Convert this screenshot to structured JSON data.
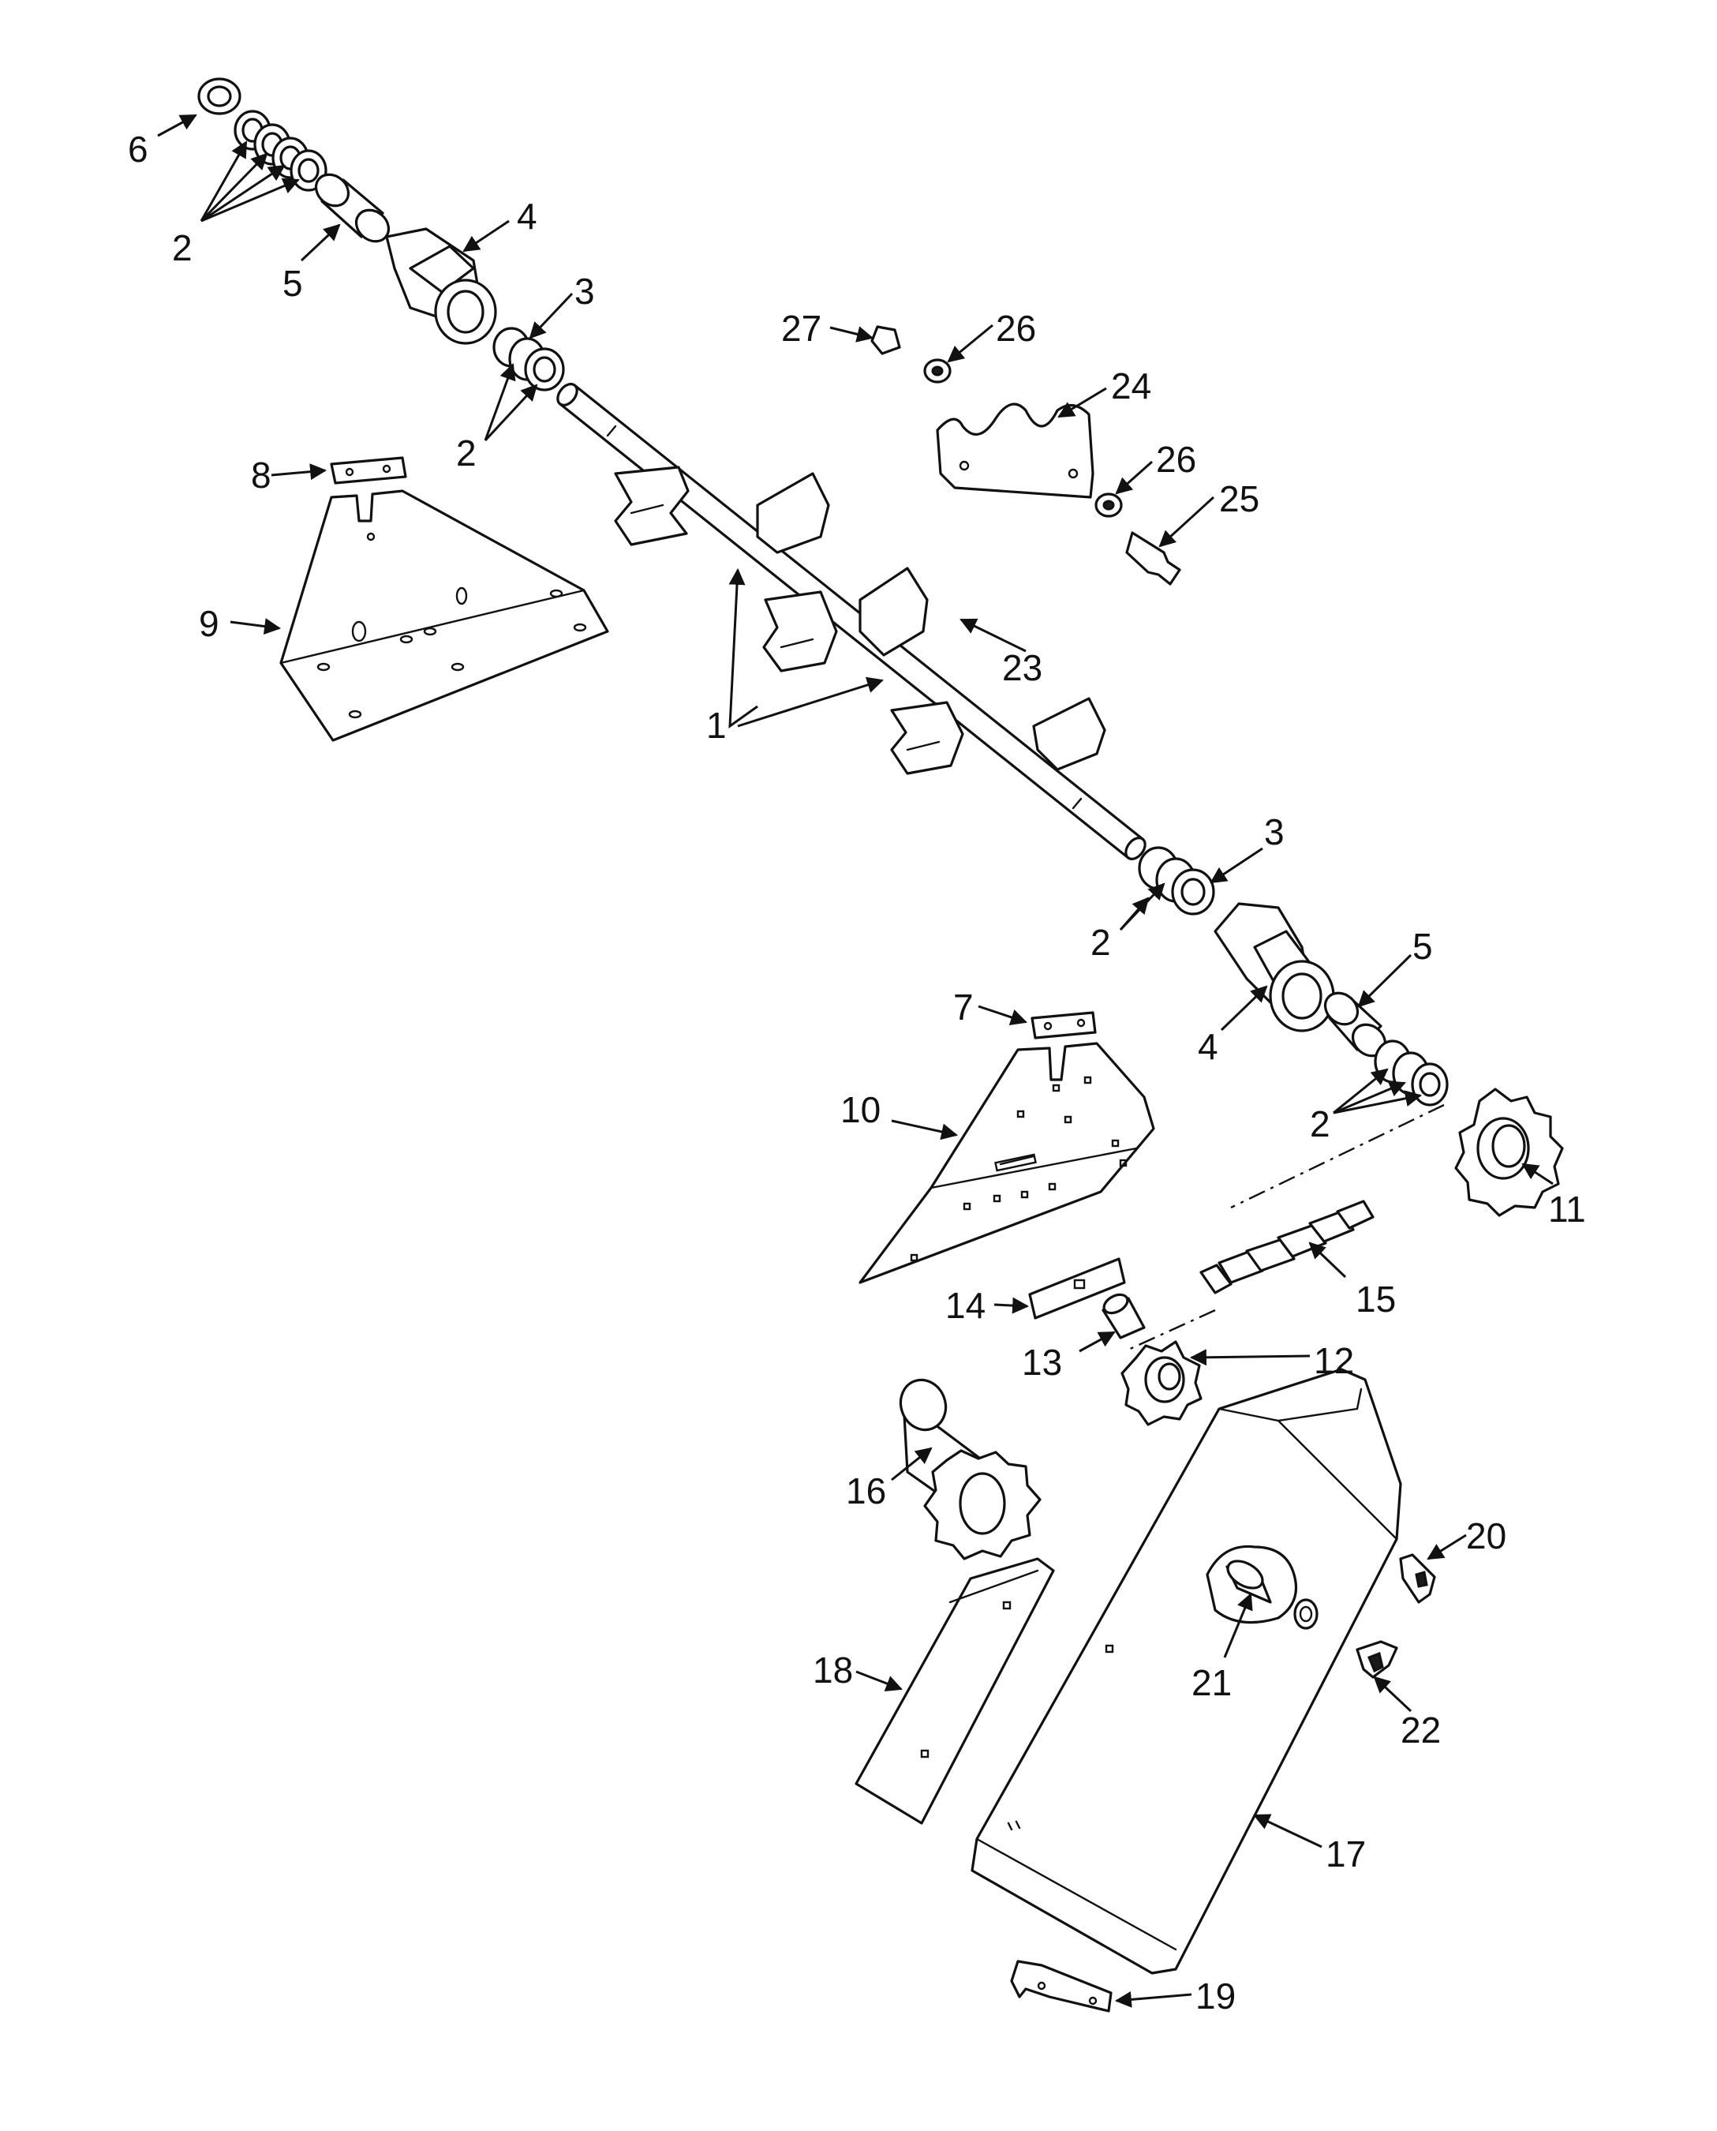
{
  "callouts": [
    {
      "id": "c6",
      "text": "6"
    },
    {
      "id": "c2a",
      "text": "2"
    },
    {
      "id": "c5a",
      "text": "5"
    },
    {
      "id": "c4a",
      "text": "4"
    },
    {
      "id": "c3a",
      "text": "3"
    },
    {
      "id": "c2b",
      "text": "2"
    },
    {
      "id": "c27",
      "text": "27"
    },
    {
      "id": "c26a",
      "text": "26"
    },
    {
      "id": "c24",
      "text": "24"
    },
    {
      "id": "c26b",
      "text": "26"
    },
    {
      "id": "c25",
      "text": "25"
    },
    {
      "id": "c8",
      "text": "8"
    },
    {
      "id": "c9",
      "text": "9"
    },
    {
      "id": "c23",
      "text": "23"
    },
    {
      "id": "c1",
      "text": "1"
    },
    {
      "id": "c3b",
      "text": "3"
    },
    {
      "id": "c2c",
      "text": "2"
    },
    {
      "id": "c5b",
      "text": "5"
    },
    {
      "id": "c4b",
      "text": "4"
    },
    {
      "id": "c7",
      "text": "7"
    },
    {
      "id": "c10",
      "text": "10"
    },
    {
      "id": "c2d",
      "text": "2"
    },
    {
      "id": "c11",
      "text": "11"
    },
    {
      "id": "c14",
      "text": "14"
    },
    {
      "id": "c15",
      "text": "15"
    },
    {
      "id": "c13",
      "text": "13"
    },
    {
      "id": "c12",
      "text": "12"
    },
    {
      "id": "c16",
      "text": "16"
    },
    {
      "id": "c20",
      "text": "20"
    },
    {
      "id": "c21",
      "text": "21"
    },
    {
      "id": "c18",
      "text": "18"
    },
    {
      "id": "c22",
      "text": "22"
    },
    {
      "id": "c17",
      "text": "17"
    },
    {
      "id": "c19",
      "text": "19"
    }
  ]
}
